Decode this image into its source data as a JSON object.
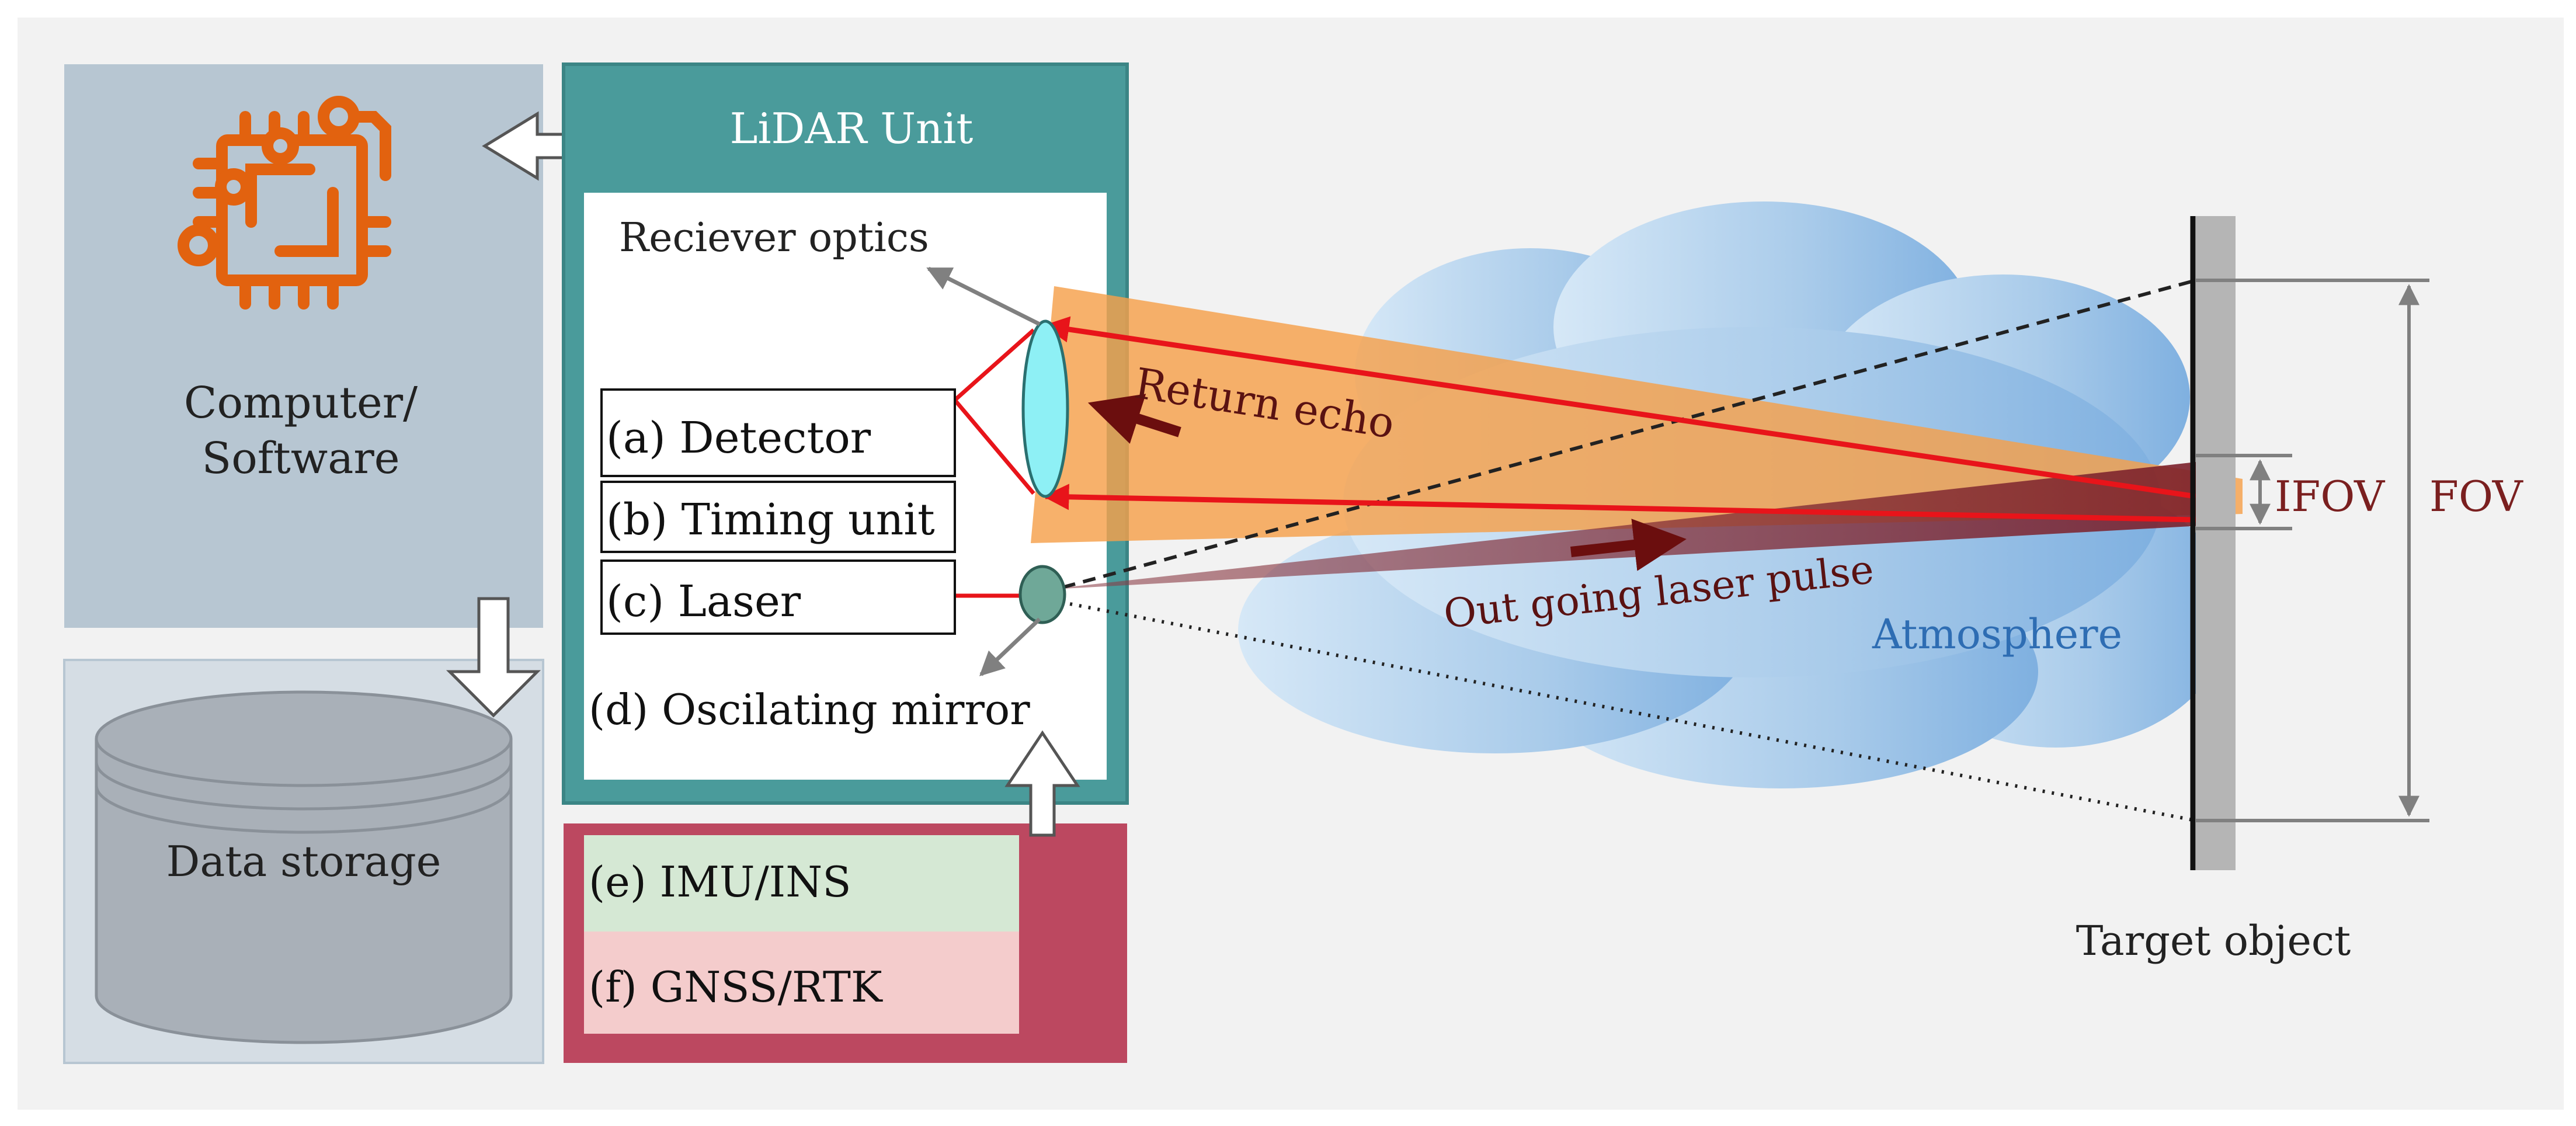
{
  "labels": {
    "lidar_unit": "LiDAR Unit",
    "computer": [
      "Computer/",
      "Software"
    ],
    "data_storage": "Data storage",
    "receiver_optics": "Reciever optics",
    "detector": "(a) Detector",
    "timing_unit": "(b) Timing unit",
    "laser": "(c) Laser",
    "oscillating_mirror": "(d) Oscilating mirror",
    "imu": "(e) IMU/INS",
    "gnss": "(f) GNSS/RTK",
    "return_echo": "Return echo",
    "outgoing_pulse": "Out going laser pulse",
    "atmosphere": "Atmosphere",
    "ifov": "IFOV",
    "fov": "FOV",
    "target_object": "Target object"
  },
  "icons": {
    "computer": "cpu-chip-icon",
    "storage": "database-cylinder-icon"
  },
  "colors": {
    "background": "#f2f2f2",
    "panel_gray": "#b7c6d2",
    "panel_gray_light": "#d5dde4",
    "lidar_teal": "#4a9b9b",
    "positioning_red": "#bc4860",
    "imu_green": "#d5e8d4",
    "gnss_pink": "#f4cccc",
    "chip_orange": "#e2620f",
    "beam_orange": "#f5a04a",
    "laser_red": "#e8141a",
    "pulse_dark_red": "#7a1010",
    "atmosphere_blue": "#a9cbea",
    "target_gray": "#b5b5b5",
    "label_dark_red": "#7a1f1f",
    "label_blue": "#2e6db3"
  }
}
